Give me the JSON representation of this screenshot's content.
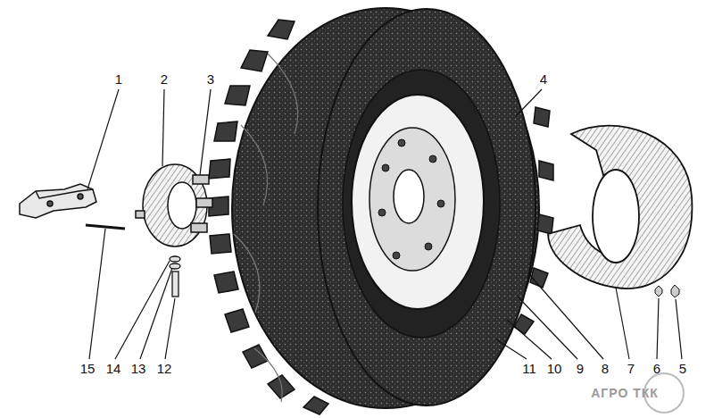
{
  "diagram": {
    "labels": [
      "1",
      "2",
      "3",
      "4",
      "15",
      "14",
      "13",
      "12",
      "11",
      "10",
      "9",
      "8",
      "7",
      "6",
      "5",
      "АГРО ТКК"
    ]
  }
}
